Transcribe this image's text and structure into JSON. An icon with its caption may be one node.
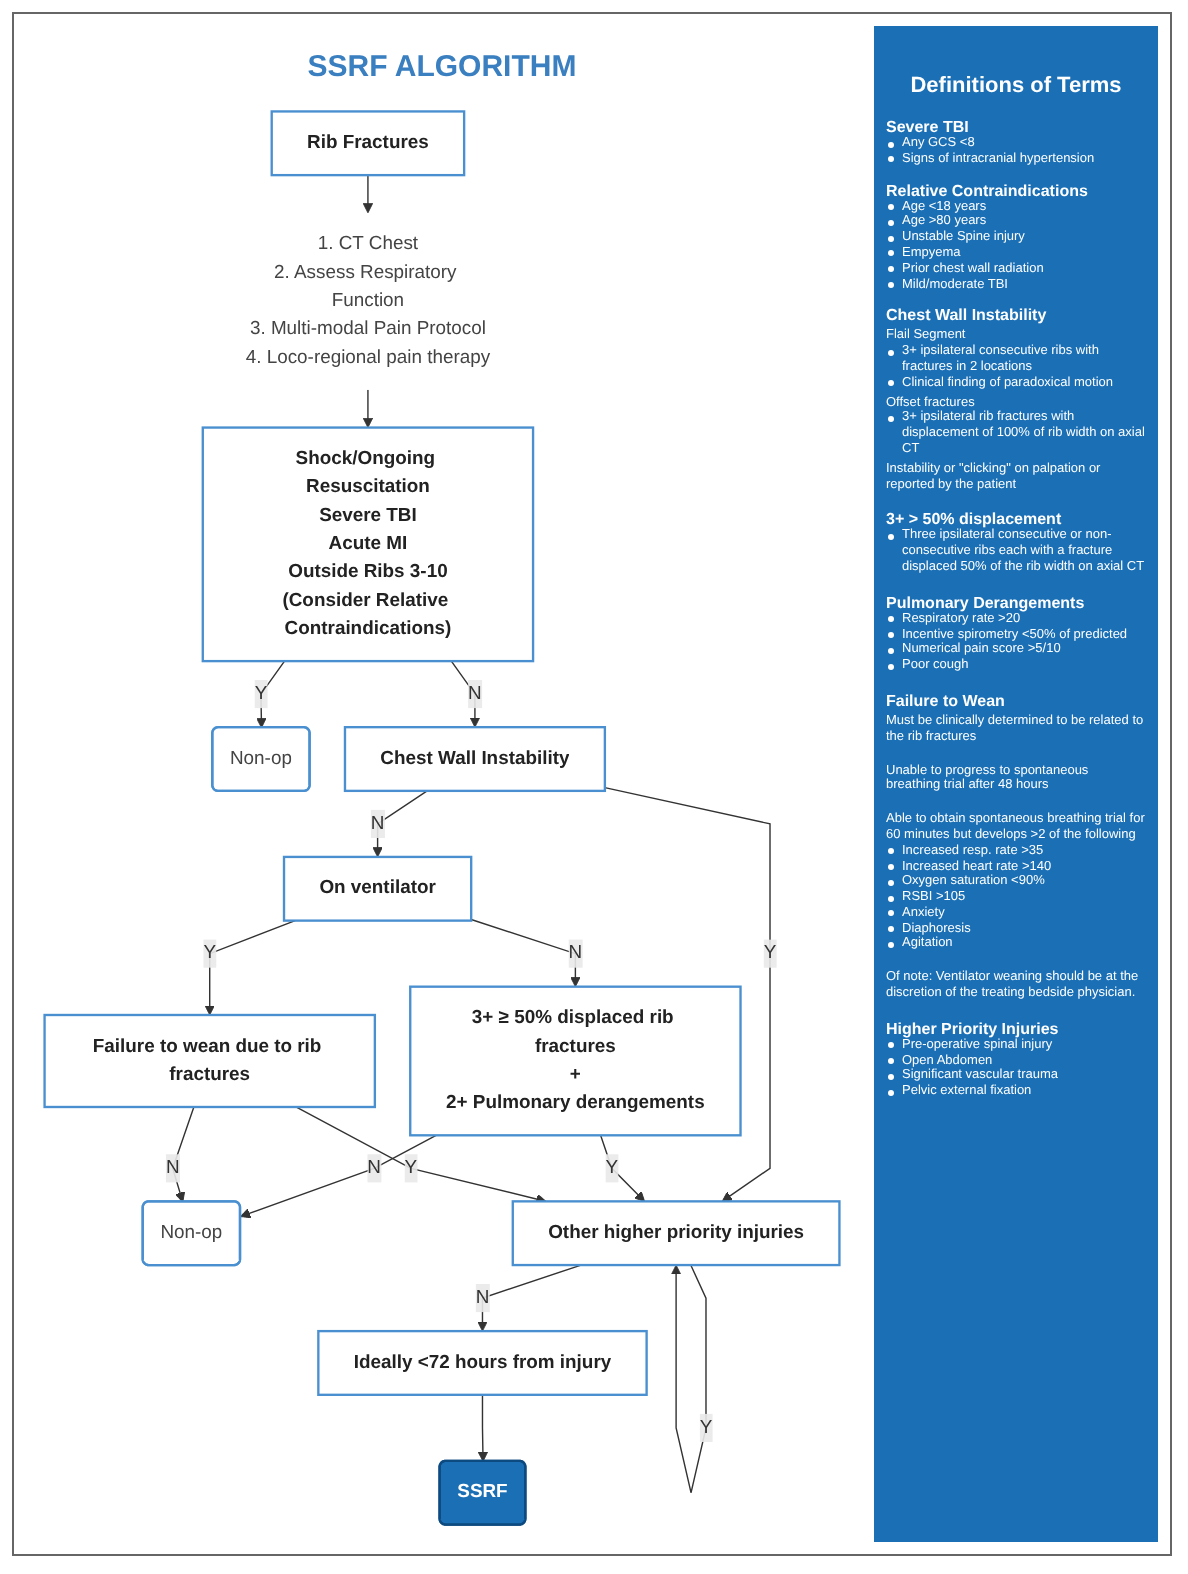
{
  "diagram": {
    "title": "SSRF ALGORITHM",
    "nodes": [
      {
        "text": [
          "Rib Fractures"
        ]
      },
      {
        "text": [
          "1. CT Chest",
          "2. Assess Respiratory Function",
          "3. Multi-modal Pain Protocol",
          "4. Loco-regional pain therapy"
        ]
      },
      {
        "text": [
          "Shock/Ongoing Resuscitation",
          "Severe TBI",
          "Acute MI",
          "Outside Ribs 3-10",
          "(Consider Relative Contraindications)"
        ]
      },
      {
        "text": [
          "Non-op"
        ]
      },
      {
        "text": [
          "Chest Wall Instability"
        ]
      },
      {
        "text": [
          "On ventilator"
        ]
      },
      {
        "text": [
          "3+ ≥ 50% displaced rib fractures",
          "+",
          "2+ Pulmonary derangements"
        ]
      },
      {
        "text": [
          "Failure to wean due to rib fractures"
        ]
      },
      {
        "text": [
          "Non-op"
        ]
      },
      {
        "text": [
          "Other higher priority injuries"
        ]
      },
      {
        "text": [
          "Ideally <72 hours from injury"
        ]
      },
      {
        "text": [
          "SSRF"
        ]
      }
    ],
    "edges": [
      {
        "from": 0,
        "to": 1,
        "arrow": "to"
      },
      {
        "from": 1,
        "to": 2,
        "arrow": "to"
      },
      {
        "from": 2,
        "to": 3,
        "arrow": "to",
        "label": "Y"
      },
      {
        "from": 2,
        "to": 4,
        "arrow": "to",
        "label": "N"
      },
      {
        "from": 4,
        "to": 9,
        "arrow": "to",
        "label": "Y"
      },
      {
        "from": 4,
        "to": 5,
        "arrow": "to",
        "label": "N"
      },
      {
        "from": 5,
        "to": 6,
        "arrow": "to",
        "label": "N"
      },
      {
        "from": 5,
        "to": 7,
        "arrow": "to",
        "label": "Y"
      },
      {
        "from": 6,
        "to": 9,
        "arrow": "to",
        "label": "Y"
      },
      {
        "from": 6,
        "to": 8,
        "arrow": "to",
        "label": "N"
      },
      {
        "from": 7,
        "to": 8,
        "arrow": "to",
        "label": "N"
      },
      {
        "from": 7,
        "to": 9,
        "arrow": "to",
        "label": "Y"
      },
      {
        "from": 9,
        "to": 9,
        "arrow": "to",
        "label": "Y"
      },
      {
        "from": 9,
        "to": 10,
        "arrow": "to",
        "label": "N"
      },
      {
        "from": 10,
        "to": 11,
        "arrow": "to"
      }
    ],
    "labels": [
      "Definitions of Terms",
      "Severe TBI",
      "Any GCS <8",
      "Signs of intracranial hypertension",
      "Relative Contraindications",
      "Age <18 years",
      "Age >80 years",
      "Unstable Spine injury",
      "Empyema",
      "Prior chest wall radiation",
      "Mild/moderate TBI",
      "Chest Wall Instability",
      "Flail Segment",
      "3+ ipsilateral consecutive ribs with fractures in 2 locations",
      "Clinical finding of paradoxical motion",
      "Offset fractures",
      "3+ ipsilateral rib fractures with displacement of 100% of rib width on axial CT",
      "Instability or \"clicking\" on palpation or reported by the patient",
      "3+ > 50% displacement",
      "Three ipsilateral consecutive or non-consecutive ribs each with a fracture displaced 50% of the rib width on axial CT",
      "Pulmonary Derangements",
      "Respiratory rate >20",
      "Incentive spirometry <50% of predicted",
      "Numerical pain score >5/10",
      "Poor cough",
      "Failure to Wean",
      "Must be clinically determined to be related to the rib fractures",
      "Unable to progress to spontaneous breathing trial after 48 hours",
      "Able to obtain spontaneous breathing trial for 60 minutes but develops >2 of the following",
      "Increased resp. rate >35",
      "Increased heart rate >140",
      "Oxygen saturation <90%",
      "RSBI >105",
      "Anxiety",
      "Diaphoresis",
      "Agitation",
      "Of note: Ventilator weaning should be at the discretion of the treating bedside physician.",
      "Higher Priority Injuries",
      "Pre-operative spinal injury",
      "Open Abdomen",
      "Significant vascular trauma",
      "Pelvic external fixation"
    ]
  }
}
